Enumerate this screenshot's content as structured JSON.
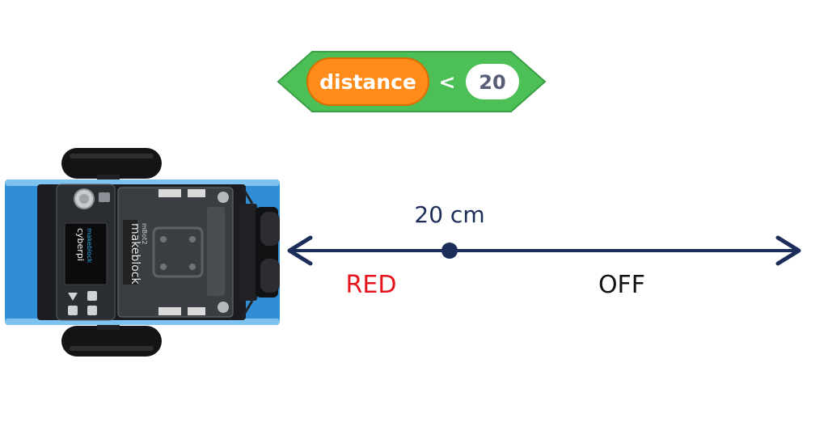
{
  "block": {
    "reporter_label": "distance",
    "operator": "<",
    "value": "20",
    "colors": {
      "hexagon_fill": "#4cbf56",
      "hexagon_stroke": "#3a9e45",
      "reporter_fill": "#ff8c1a",
      "reporter_stroke": "#db6e00",
      "value_fill": "#ffffff",
      "text_light": "#ffffff",
      "text_dark": "#575e75"
    }
  },
  "robot": {
    "brand": "makeblock",
    "board": "cyberpi",
    "model": "mBot2"
  },
  "distance_line": {
    "marker_label": "20 cm",
    "left_label": "RED",
    "right_label": "OFF",
    "colors": {
      "line": "#1c2d5a",
      "left_label": "#e8141c",
      "right_label": "#111111",
      "marker_label": "#1c2d5a"
    }
  }
}
